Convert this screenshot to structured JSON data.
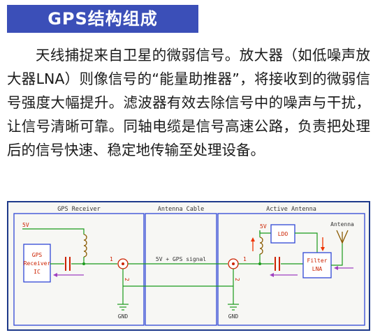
{
  "section_title": "GPS结构组成",
  "body_paragraph": "天线捕捉来自卫星的微弱信号。放大器（如低噪声放大器LNA）则像信号的“能量助推器”，将接收到的微弱信号强度大幅提升。滤波器有效去除信号中的噪声与干扰，让信号清晰可靠。同轴电缆是信号高速公路，负责把处理后的信号快速、稳定地传输至处理设备。",
  "diagram": {
    "blocks": {
      "gps_receiver": "GPS Receiver",
      "antenna_cable": "Antenna Cable",
      "active_antenna": "Active Antenna"
    },
    "labels": {
      "supply_left": "5V",
      "supply_right": "5V",
      "ic_line1": "GPS",
      "ic_line2": "Receiver",
      "ic_line3": "IC",
      "ldo": "LDO",
      "filter_line1": "Filter",
      "filter_line2": "LNA",
      "antenna": "Antenna",
      "cable_signal": "5V + GPS signal",
      "gnd_left": "GND",
      "gnd_right": "GND",
      "pin1_left": "1",
      "pin2_left": "2",
      "pin1_right": "1",
      "pin2_right": "2"
    },
    "colors": {
      "border_outer": "#1e3a8a",
      "block_border": "#2f46d6",
      "wire_green": "#1a9a1a",
      "inductor": "#8a5a00",
      "component_red": "#cc2200",
      "signal_arrow": "#a040c0",
      "power_arrow": "#ee3300",
      "background": "#f7f7f4"
    }
  }
}
